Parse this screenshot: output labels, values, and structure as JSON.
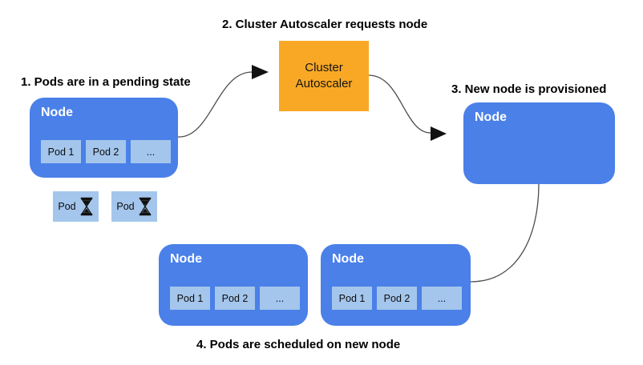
{
  "colors": {
    "nodeFill": "#4A80E8",
    "podFill": "#A4C6EC",
    "autoscalerFill": "#F9A825",
    "arrowStroke": "#4d4d4d",
    "arrowheadFill": "#111111",
    "labelColor": "#000000",
    "nodeTitleColor": "#ffffff"
  },
  "steps": {
    "step1": "1. Pods are in a pending state",
    "step2": "2. Cluster Autoscaler requests node",
    "step3": "3. New node is provisioned",
    "step4": "4. Pods are scheduled on new node"
  },
  "autoscaler": {
    "line1": "Cluster",
    "line2": "Autoscaler"
  },
  "nodes": {
    "pending": {
      "title": "Node",
      "pods": [
        "Pod 1",
        "Pod 2",
        "..."
      ]
    },
    "new": {
      "title": "Node"
    },
    "scheduledLeft": {
      "title": "Node",
      "pods": [
        "Pod 1",
        "Pod 2",
        "..."
      ]
    },
    "scheduledRight": {
      "title": "Node",
      "pods": [
        "Pod 1",
        "Pod 2",
        "..."
      ]
    }
  },
  "pendingPods": {
    "label": "Pod",
    "icon": "hourglass-icon"
  }
}
